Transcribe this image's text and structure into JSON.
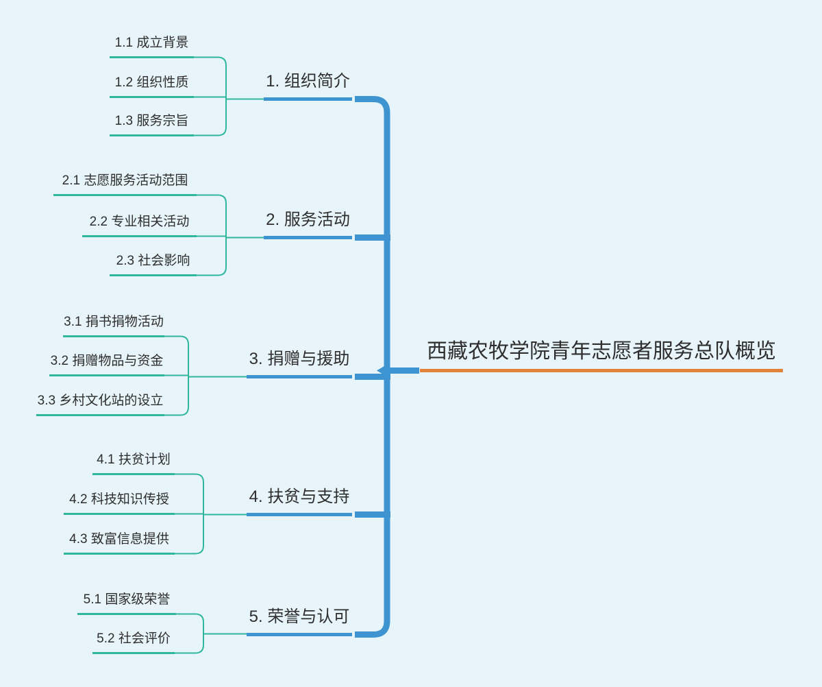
{
  "colors": {
    "background": "#e7f4fa",
    "branch_line": "#3d94d1",
    "child_line": "#2fb79e",
    "root_underline": "#e2823b",
    "text": "#2e2e2e"
  },
  "root": {
    "label": "西藏农牧学院青年志愿者服务总队概览"
  },
  "branches": [
    {
      "label": "1. 组织简介",
      "children": [
        "1.1 成立背景",
        "1.2 组织性质",
        "1.3 服务宗旨"
      ]
    },
    {
      "label": "2. 服务活动",
      "children": [
        "2.1 志愿服务活动范围",
        "2.2 专业相关活动",
        "2.3 社会影响"
      ]
    },
    {
      "label": "3. 捐赠与援助",
      "children": [
        "3.1 捐书捐物活动",
        "3.2 捐赠物品与资金",
        "3.3 乡村文化站的设立"
      ]
    },
    {
      "label": "4. 扶贫与支持",
      "children": [
        "4.1 扶贫计划",
        "4.2 科技知识传授",
        "4.3 致富信息提供"
      ]
    },
    {
      "label": "5. 荣誉与认可",
      "children": [
        "5.1 国家级荣誉",
        "5.2 社会评价"
      ]
    }
  ]
}
